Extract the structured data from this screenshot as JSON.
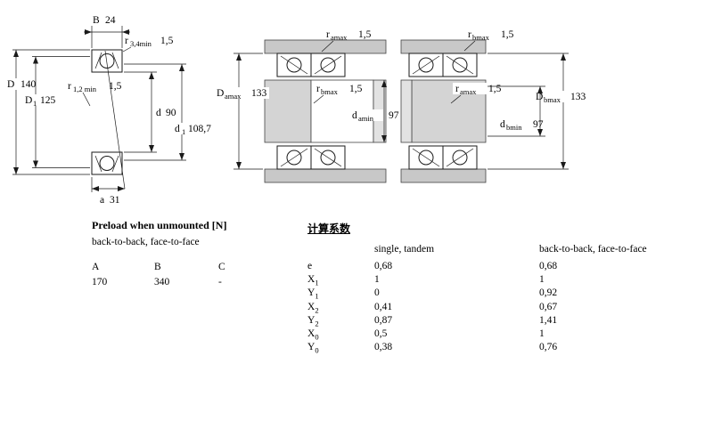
{
  "colors": {
    "housing_gray": "#c8c8c8",
    "shaft_gray": "#d4d4d4",
    "spacer_gray": "#e2e2e2",
    "line": "#1a1a1a"
  },
  "drawing_single": {
    "dim_B": {
      "sym": "B",
      "sub": "",
      "value": "24"
    },
    "dim_r34": {
      "sym": "r",
      "sub": "3,4min",
      "value": "1,5"
    },
    "dim_D": {
      "sym": "D",
      "sub": "",
      "value": "140"
    },
    "dim_D1": {
      "sym": "D",
      "sub": "1",
      "value": "125"
    },
    "dim_r12": {
      "sym": "r",
      "sub": "1,2 min",
      "value": "1,5"
    },
    "dim_d": {
      "sym": "d",
      "sub": "",
      "value": "90"
    },
    "dim_d1": {
      "sym": "d",
      "sub": "1",
      "value": "108,7"
    },
    "dim_a": {
      "sym": "a",
      "sub": "",
      "value": "31"
    }
  },
  "drawing_back_to_back": {
    "dim_ra": {
      "sym": "r",
      "sub": "amax",
      "value": "1,5"
    },
    "dim_Da": {
      "sym": "D",
      "sub": "amax",
      "value": "133"
    },
    "dim_rb": {
      "sym": "r",
      "sub": "bmax",
      "value": "1,5"
    },
    "dim_da": {
      "sym": "d",
      "sub": "amin",
      "value": "97"
    }
  },
  "drawing_face_to_face": {
    "dim_rb": {
      "sym": "r",
      "sub": "bmax",
      "value": "1,5"
    },
    "dim_ra": {
      "sym": "r",
      "sub": "amax",
      "value": "1,5"
    },
    "dim_Db": {
      "sym": "D",
      "sub": "bmax",
      "value": "133"
    },
    "dim_db": {
      "sym": "d",
      "sub": "bmin",
      "value": "97"
    }
  },
  "preload": {
    "title": "Preload when unmounted [N]",
    "subtitle": "back-to-back, face-to-face",
    "columns": [
      "A",
      "B",
      "C"
    ],
    "values": [
      "170",
      "340",
      "-"
    ]
  },
  "factors": {
    "title": "计算系数",
    "col_single": "single, tandem",
    "col_paired": "back-to-back, face-to-face",
    "rows": [
      {
        "sym": "e",
        "sub": "",
        "single": "0,68",
        "paired": "0,68"
      },
      {
        "sym": "X",
        "sub": "1",
        "single": "1",
        "paired": "1"
      },
      {
        "sym": "Y",
        "sub": "1",
        "single": "0",
        "paired": "0,92"
      },
      {
        "sym": "X",
        "sub": "2",
        "single": "0,41",
        "paired": "0,67"
      },
      {
        "sym": "Y",
        "sub": "2",
        "single": "0,87",
        "paired": "1,41"
      },
      {
        "sym": "X",
        "sub": "0",
        "single": "0,5",
        "paired": "1"
      },
      {
        "sym": "Y",
        "sub": "0",
        "single": "0,38",
        "paired": "0,76"
      }
    ]
  }
}
